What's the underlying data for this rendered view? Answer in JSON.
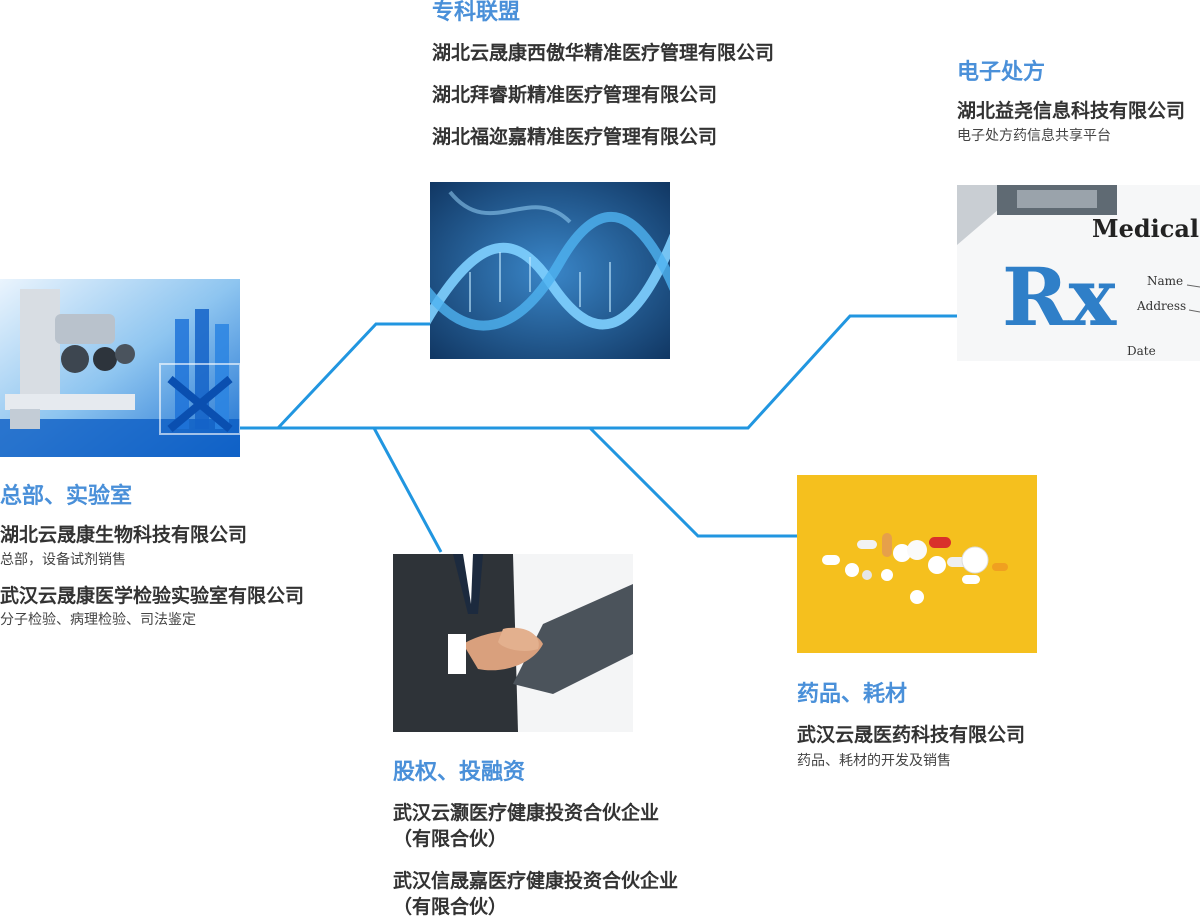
{
  "colors": {
    "accent": "#4a90d9",
    "line": "#2196e0",
    "text": "#333333"
  },
  "headquarters": {
    "title": "总部、实验室",
    "entries": [
      {
        "company": "湖北云晟康生物科技有限公司",
        "desc": "总部，设备试剂销售"
      },
      {
        "company": "武汉云晟康医学检验实验室有限公司",
        "desc": "分子检验、病理检验、司法鉴定"
      }
    ]
  },
  "alliance": {
    "title": "专科联盟",
    "companies": [
      "湖北云晟康西傲华精准医疗管理有限公司",
      "湖北拜睿斯精准医疗管理有限公司",
      "湖北福迩嘉精准医疗管理有限公司"
    ]
  },
  "prescription": {
    "title": "电子处方",
    "company": "湖北益尧信息科技有限公司",
    "desc": "电子处方药信息共享平台",
    "image_text": {
      "heading": "Medical",
      "rx": "Rx",
      "name": "Name",
      "address": "Address",
      "date": "Date"
    }
  },
  "investment": {
    "title": "股权、投融资",
    "entries": [
      {
        "line1": "武汉云灏医疗健康投资合伙企业",
        "line2": "（有限合伙）"
      },
      {
        "line1": "武汉信晟嘉医疗健康投资合伙企业",
        "line2": "（有限合伙）"
      }
    ]
  },
  "pharma": {
    "title": "药品、耗材",
    "company": "武汉云晟医药科技有限公司",
    "desc": "药品、耗材的开发及销售"
  },
  "images": {
    "lab": "lab-microscope-image",
    "dna": "dna-helix-image",
    "rx": "medical-prescription-image",
    "handshake": "handshake-image",
    "pills": "pills-image"
  }
}
